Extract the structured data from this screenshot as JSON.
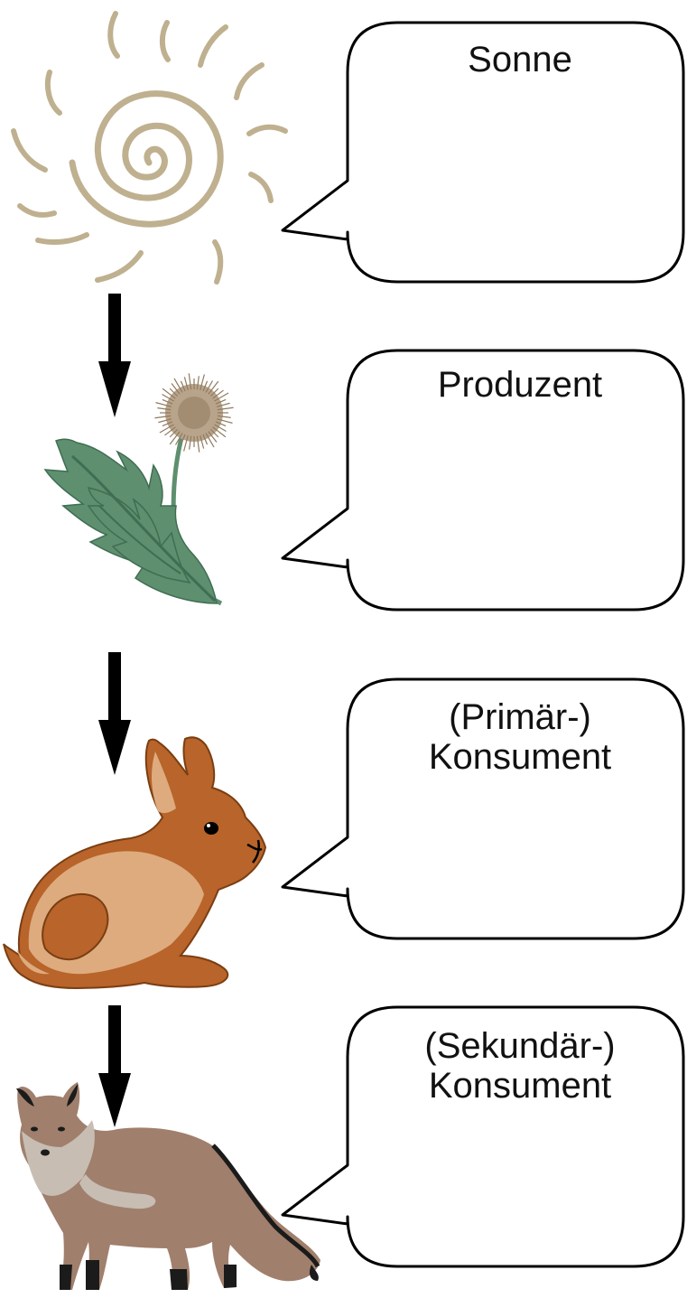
{
  "stages": [
    {
      "id": "sonne",
      "picture": "sun",
      "lines": [
        "Sonne"
      ]
    },
    {
      "id": "produzent",
      "picture": "dandelion",
      "lines": [
        "Produzent"
      ]
    },
    {
      "id": "primaer",
      "picture": "rabbit",
      "lines": [
        "(Primär-)",
        "Konsument"
      ]
    },
    {
      "id": "sekundaer",
      "picture": "fox",
      "lines": [
        "(Sekundär-)",
        "Konsument"
      ]
    }
  ],
  "colors": {
    "sun": "#bfb08f",
    "leaf": "#5e8f6f",
    "leaf_dark": "#3f6e52",
    "seed_head": "#b8a48a",
    "rabbit_main": "#b8642a",
    "rabbit_light": "#ddab7e",
    "fox_main": "#a07f6c",
    "fox_light": "#c7bdb3",
    "fox_dark": "#1b1b1b",
    "arrow": "#000000",
    "outline": "#000000"
  }
}
